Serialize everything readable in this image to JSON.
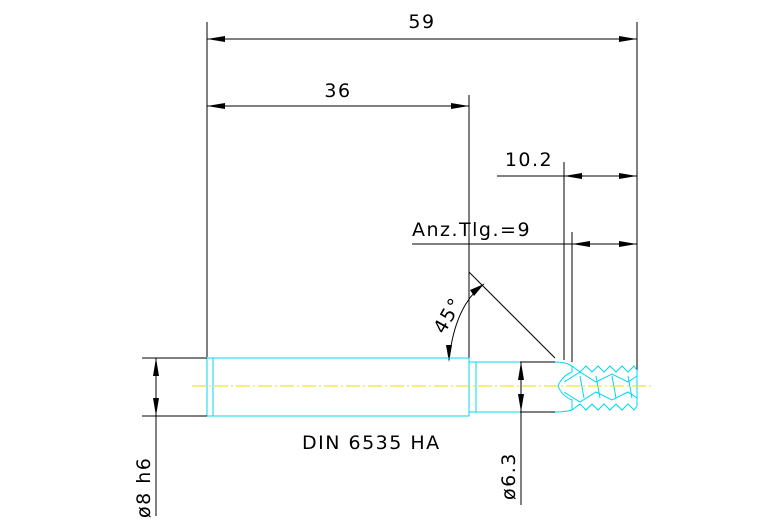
{
  "drawing": {
    "dims": {
      "overall_length": "59",
      "shank_length": "36",
      "thread_length": "10.2",
      "teeth_note": "Anz.Tlg.=9",
      "angle": "45°",
      "shank_diameter": "ø8 h6",
      "neck_diameter": "ø6.3"
    },
    "standard": "DIN 6535 HA"
  },
  "colors": {
    "part_outline": "#00d8f0",
    "centerline": "#e8e000",
    "dimension": "#000000"
  }
}
